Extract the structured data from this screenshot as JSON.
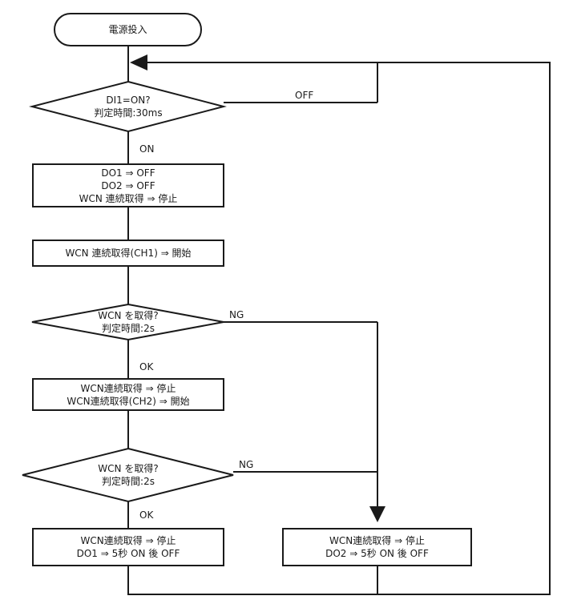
{
  "diagram": {
    "start": {
      "text": "電源投入"
    },
    "decision_di1": {
      "lines": [
        "DI1=ON?",
        "判定時間:30ms"
      ]
    },
    "edge_off": "OFF",
    "edge_on": "ON",
    "init_process": {
      "lines": [
        "DO1 ⇒ OFF",
        "DO2 ⇒ OFF",
        "WCN 連続取得 ⇒ 停止"
      ]
    },
    "start_ch1": {
      "text": "WCN 連続取得(CH1) ⇒ 開始"
    },
    "decision_wcn1": {
      "lines": [
        "WCN を取得?",
        "判定時間:2s"
      ]
    },
    "edge_ng1": "NG",
    "edge_ok1": "OK",
    "switch_ch2": {
      "lines": [
        "WCN連続取得 ⇒ 停止",
        "WCN連続取得(CH2) ⇒ 開始"
      ]
    },
    "decision_wcn2": {
      "lines": [
        "WCN を取得?",
        "判定時間:2s"
      ]
    },
    "edge_ng2": "NG",
    "edge_ok2": "OK",
    "success_end": {
      "lines": [
        "WCN連続取得 ⇒ 停止",
        "DO1 ⇒ 5秒 ON 後 OFF"
      ]
    },
    "failure_end": {
      "lines": [
        "WCN連続取得 ⇒ 停止",
        "DO2 ⇒ 5秒 ON 後 OFF"
      ]
    }
  }
}
